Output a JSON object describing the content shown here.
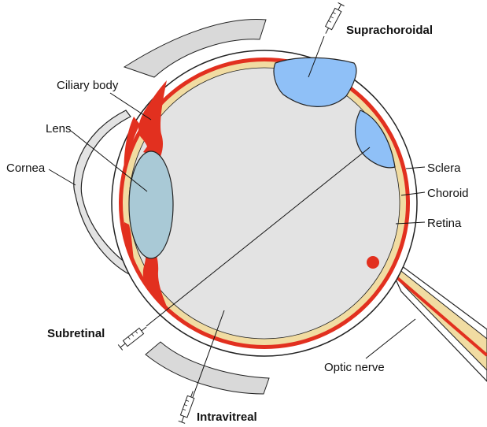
{
  "labels": {
    "ciliary_body": "Ciliary body",
    "lens": "Lens",
    "cornea": "Cornea",
    "sclera": "Sclera",
    "choroid": "Choroid",
    "retina": "Retina",
    "optic_nerve": "Optic nerve"
  },
  "injection_routes": {
    "suprachoroidal": "Suprachoroidal",
    "subretinal": "Subretinal",
    "intravitreal": "Intravitreal"
  },
  "colors": {
    "vitreous": "#e3e3e3",
    "lens": "#a9c9d6",
    "red_tissue": "#e2301f",
    "retina_tan": "#f1dca2",
    "bleb_blue": "#8fc0f7",
    "outline": "#222222",
    "eyelid": "#d9d9d9"
  }
}
